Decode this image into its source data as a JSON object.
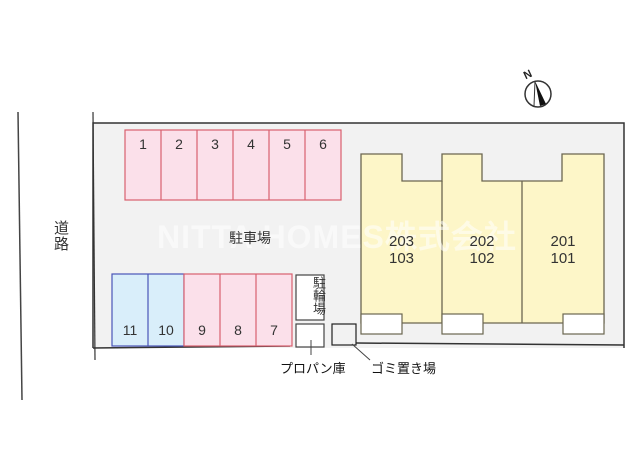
{
  "site_plan": {
    "road": {
      "label": "道路"
    },
    "parking_area": {
      "label": "駐車場"
    },
    "watermark": "NITTA HOMES株式会社",
    "compass": {
      "label": "N"
    },
    "parking_top": [
      "1",
      "2",
      "3",
      "4",
      "5",
      "6"
    ],
    "parking_bottom": [
      {
        "id": "11",
        "color": "blue"
      },
      {
        "id": "10",
        "color": "blue"
      },
      {
        "id": "9",
        "color": "pink"
      },
      {
        "id": "8",
        "color": "pink"
      },
      {
        "id": "7",
        "color": "pink"
      }
    ],
    "bicycle_parking": {
      "label": "駐輪場"
    },
    "propane_storage": {
      "label": "プロパン庫"
    },
    "garbage_area": {
      "label": "ゴミ置き場"
    },
    "buildings": [
      {
        "upper": "203",
        "lower": "103"
      },
      {
        "upper": "202",
        "lower": "102"
      },
      {
        "upper": "201",
        "lower": "101"
      }
    ],
    "colors": {
      "lot_bg": "#f2f2f2",
      "pink_fill": "#fbe0ea",
      "pink_stroke": "#d9606e",
      "blue_fill": "#d9eefa",
      "blue_stroke": "#4a55b8",
      "building_fill": "#fdf6c8",
      "building_stroke": "#6b6650"
    }
  }
}
